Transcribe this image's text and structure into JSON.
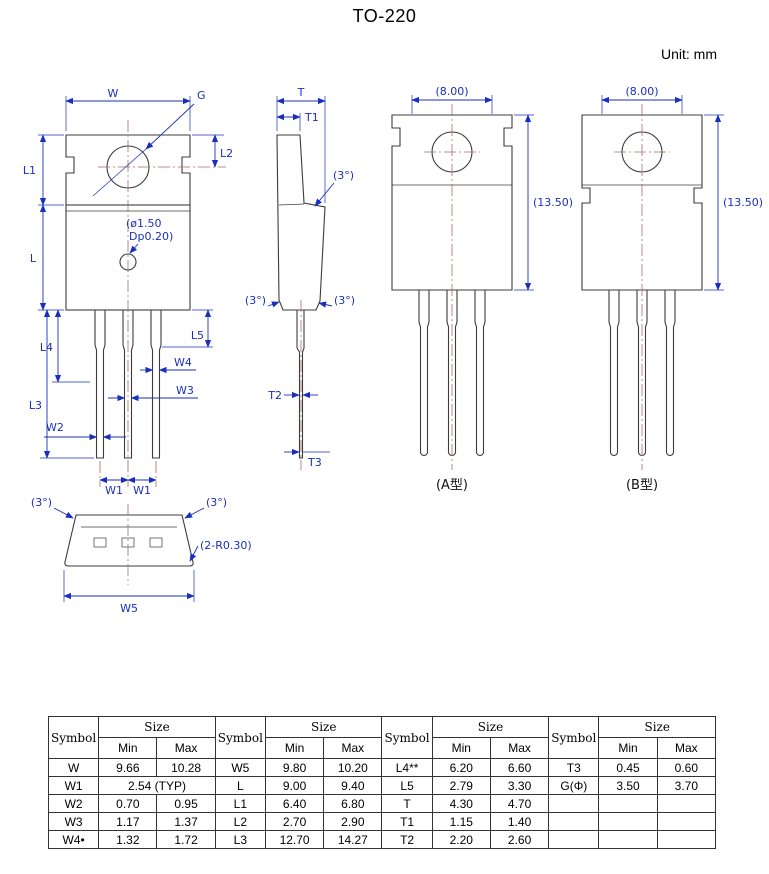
{
  "page": {
    "title": "TO-220",
    "unit_note": "Unit: mm"
  },
  "front_view": {
    "w": "W",
    "g": "G",
    "l1": "L1",
    "l2": "L2",
    "l": "L",
    "hole_note_line1": "(ø1.50",
    "hole_note_line2": "Dp0.20)",
    "l5": "L5",
    "l4": "L4",
    "w4": "W4",
    "w3": "W3",
    "l3": "L3",
    "w2": "W2",
    "w1_left": "W1",
    "w1_right": "W1"
  },
  "side_view": {
    "t": "T",
    "t1": "T1",
    "angle_top_right": "(3°)",
    "angle_bottom_left": "(3°)",
    "angle_bottom_right": "(3°)",
    "t2": "T2",
    "t3": "T3"
  },
  "type_a_view": {
    "width_dim": "(8.00)",
    "height_dim": "(13.50)",
    "caption": "(A型)"
  },
  "type_b_view": {
    "width_dim": "(8.00)",
    "height_dim": "(13.50)",
    "caption": "(B型)"
  },
  "bottom_view": {
    "angle_left": "(3°)",
    "angle_right": "(3°)",
    "corner_note": "(2-R0.30)",
    "w5": "W5"
  },
  "table": {
    "headers": {
      "symbol": "Symbol",
      "size": "Size",
      "min": "Min",
      "max": "Max"
    },
    "rows": [
      {
        "cells": [
          {
            "t": "W"
          },
          {
            "t": "9.66"
          },
          {
            "t": "10.28"
          },
          {
            "t": "W5"
          },
          {
            "t": "9.80"
          },
          {
            "t": "10.20"
          },
          {
            "t": "L4**"
          },
          {
            "t": "6.20"
          },
          {
            "t": "6.60"
          },
          {
            "t": "T3"
          },
          {
            "t": "0.45"
          },
          {
            "t": "0.60"
          }
        ]
      },
      {
        "cells": [
          {
            "t": "W1"
          },
          {
            "t": "2.54 (TYP)",
            "colspan": 2
          },
          {
            "t": "L"
          },
          {
            "t": "9.00"
          },
          {
            "t": "9.40"
          },
          {
            "t": "L5"
          },
          {
            "t": "2.79"
          },
          {
            "t": "3.30"
          },
          {
            "t": "G(Φ)"
          },
          {
            "t": "3.50"
          },
          {
            "t": "3.70"
          }
        ]
      },
      {
        "cells": [
          {
            "t": "W2"
          },
          {
            "t": "0.70"
          },
          {
            "t": "0.95"
          },
          {
            "t": "L1"
          },
          {
            "t": "6.40"
          },
          {
            "t": "6.80"
          },
          {
            "t": "T"
          },
          {
            "t": "4.30"
          },
          {
            "t": "4.70"
          },
          {
            "t": ""
          },
          {
            "t": ""
          },
          {
            "t": ""
          }
        ]
      },
      {
        "cells": [
          {
            "t": "W3"
          },
          {
            "t": "1.17"
          },
          {
            "t": "1.37"
          },
          {
            "t": "L2"
          },
          {
            "t": "2.70"
          },
          {
            "t": "2.90"
          },
          {
            "t": "T1"
          },
          {
            "t": "1.15"
          },
          {
            "t": "1.40"
          },
          {
            "t": ""
          },
          {
            "t": ""
          },
          {
            "t": ""
          }
        ]
      },
      {
        "cells": [
          {
            "t": "W4•"
          },
          {
            "t": "1.32"
          },
          {
            "t": "1.72"
          },
          {
            "t": "L3"
          },
          {
            "t": "12.70"
          },
          {
            "t": "14.27"
          },
          {
            "t": "T2"
          },
          {
            "t": "2.20"
          },
          {
            "t": "2.60"
          },
          {
            "t": ""
          },
          {
            "t": ""
          },
          {
            "t": ""
          }
        ]
      }
    ]
  },
  "colors": {
    "dimension": "#1a2fbd",
    "outline": "#3c3c3c",
    "centerline": "#b06a6a"
  }
}
